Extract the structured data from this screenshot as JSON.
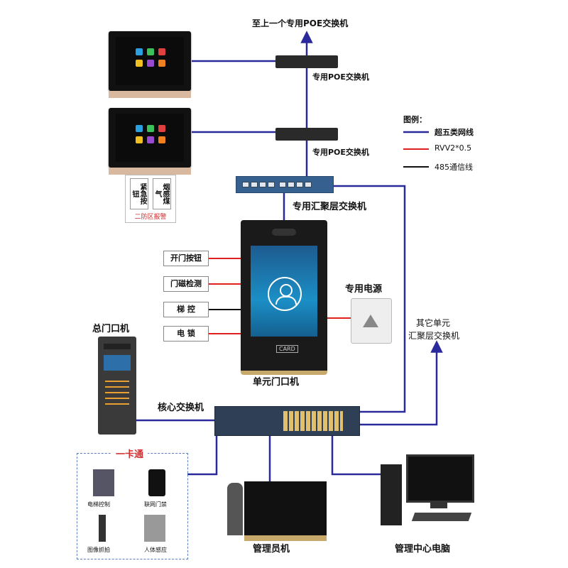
{
  "top_caption": "至上一个专用POE交换机",
  "poe_switch_1": "专用POE交换机",
  "poe_switch_2": "专用POE交换机",
  "legend": {
    "title": "图例：",
    "items": [
      {
        "label": "超五类网线",
        "color": "#2a2a9c"
      },
      {
        "label": "RVV2*0.5",
        "color": "#e02020"
      },
      {
        "label": "485通信线",
        "color": "#111111"
      }
    ]
  },
  "alarm_panel": {
    "btn1": "紧急按钮",
    "btn2": "烟感煤气",
    "footer": "二防区报警"
  },
  "aggregation_switch": "专用汇聚层交换机",
  "inputs": [
    "开门按钮",
    "门磁检测",
    "梯 控",
    "电 锁"
  ],
  "power_supply": "专用电源",
  "other_units": {
    "line1": "其它单元",
    "line2": "汇聚层交换机"
  },
  "main_gate": "总门口机",
  "unit_door": "单元门口机",
  "core_switch": "核心交换机",
  "card_system": {
    "title": "一卡通",
    "items": [
      "电梯控制",
      "联网门禁",
      "图像抓拍",
      "人体感应"
    ]
  },
  "admin_station": "管理员机",
  "center_pc": "管理中心电脑",
  "unit_screen": {
    "brand_mark": "CARD"
  }
}
